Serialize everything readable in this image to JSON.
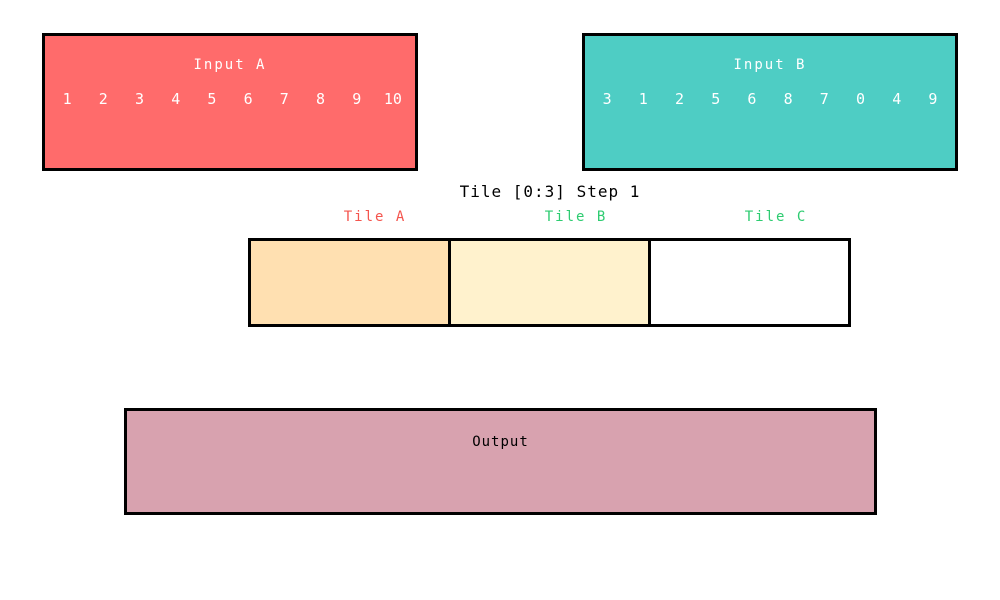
{
  "title": "Tile [0:3] Step 1",
  "input_a": {
    "label": "Input A",
    "values": [
      "1",
      "2",
      "3",
      "4",
      "5",
      "6",
      "7",
      "8",
      "9",
      "10"
    ],
    "fill": "#FF6B6B",
    "text_color": "#FFFFFF"
  },
  "input_b": {
    "label": "Input B",
    "values": [
      "3",
      "1",
      "2",
      "5",
      "6",
      "8",
      "7",
      "0",
      "4",
      "9"
    ],
    "fill": "#4ECDC4",
    "text_color": "#FFFFFF"
  },
  "tiles": [
    {
      "label": "Tile A",
      "label_color": "#F4554E",
      "fill": "#FFE0B1"
    },
    {
      "label": "Tile B",
      "label_color": "#2ECC71",
      "fill": "#FFF2CD"
    },
    {
      "label": "Tile C",
      "label_color": "#2ECC71",
      "fill": "#FFFFFF"
    }
  ],
  "output": {
    "label": "Output",
    "fill": "#D8A2AF",
    "text_color": "#000000"
  },
  "colors": {
    "border": "#000000",
    "background": "#FFFFFF"
  }
}
